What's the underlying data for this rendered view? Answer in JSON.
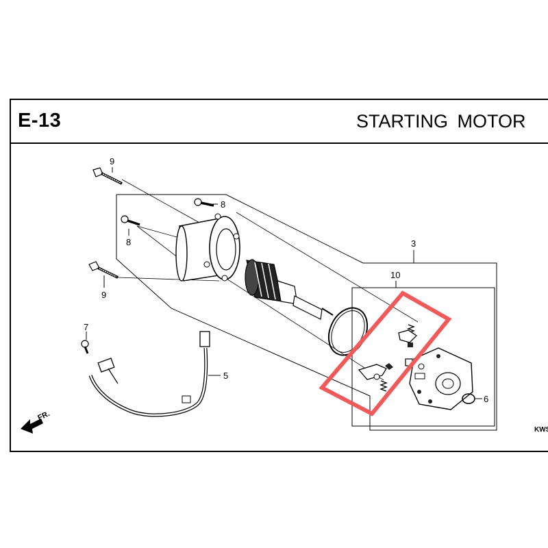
{
  "page": {
    "section_code": "E-13",
    "section_title": "STARTING  MOTOR",
    "ref_code": "KWS"
  },
  "callouts": {
    "c3": "3",
    "c5": "5",
    "c6": "6",
    "c7": "7",
    "c8a": "8",
    "c8b": "8",
    "c9a": "9",
    "c9b": "9",
    "c10": "10"
  },
  "direction_label": "FR.",
  "colors": {
    "highlight": "#f05a5a",
    "line": "#000000",
    "background": "#ffffff"
  },
  "icons": [
    "front-direction-arrow-icon"
  ]
}
